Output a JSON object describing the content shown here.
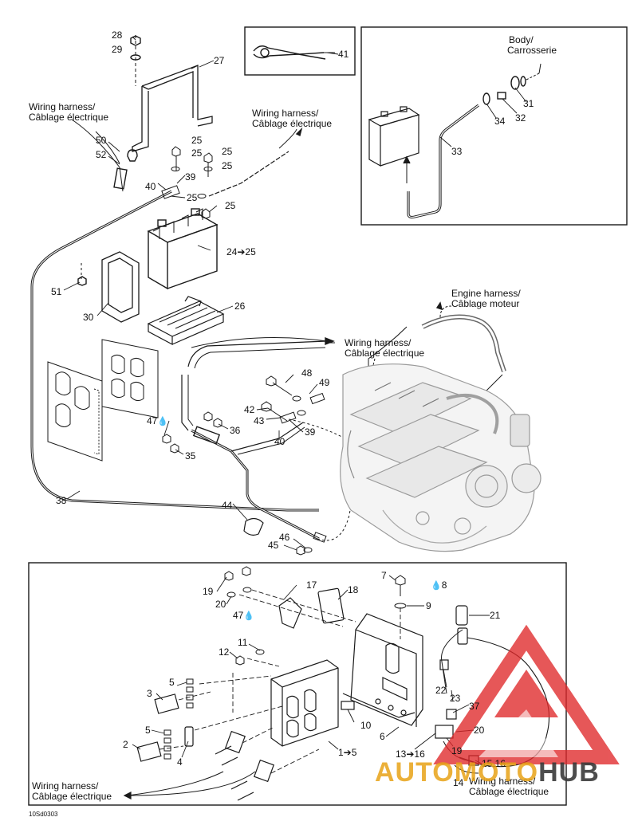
{
  "figure_code": "10Sd0303",
  "harness_labels": {
    "wiring_harness": [
      "Wiring harness/",
      "Câblage électrique"
    ],
    "engine_harness": [
      "Engine harness/",
      "Câblage moteur"
    ],
    "body": [
      "Body/",
      "Carrosserie"
    ]
  },
  "part_labels": {
    "p28": "28",
    "p29": "29",
    "p27": "27",
    "p41": "41",
    "p31": "31",
    "p32": "32",
    "p34": "34",
    "p33": "33",
    "p50": "50",
    "p52": "52",
    "p25a": "25",
    "p25b": "25",
    "p25c": "25",
    "p25d": "25",
    "p25e": "25",
    "p25f": "25",
    "p39a": "39",
    "p40a": "40",
    "p24": "24➔25",
    "p51": "51",
    "p30": "30",
    "p26": "26",
    "p48": "48",
    "p49": "49",
    "p42": "42",
    "p43": "43",
    "p39b": "39",
    "p40b": "40",
    "p47a": "47",
    "p36": "36",
    "p35": "35",
    "p38": "38",
    "p44": "44",
    "p46": "46",
    "p45": "45",
    "p7": "7",
    "p8": "8",
    "p9": "9",
    "p19a": "19",
    "p20a": "20",
    "p47b": "47",
    "p17": "17",
    "p18": "18",
    "p21": "21",
    "p11": "11",
    "p12": "12",
    "p3": "3",
    "p5a": "5",
    "p5b": "5",
    "p2": "2",
    "p4": "4",
    "p1": "1➔5",
    "p10": "10",
    "p6": "6",
    "p22": "22",
    "p23": "23",
    "p37": "37",
    "p20b": "20",
    "p19b": "19",
    "p13": "13➔16",
    "p1516": "15,16",
    "p14": "14"
  },
  "watermark": {
    "text_a": "AUTO",
    "text_b": "MOTO",
    "text_c": "HUB",
    "color_red": "#e0282a",
    "color_gold": "#e8a317",
    "color_dark": "#3a3a3a"
  }
}
